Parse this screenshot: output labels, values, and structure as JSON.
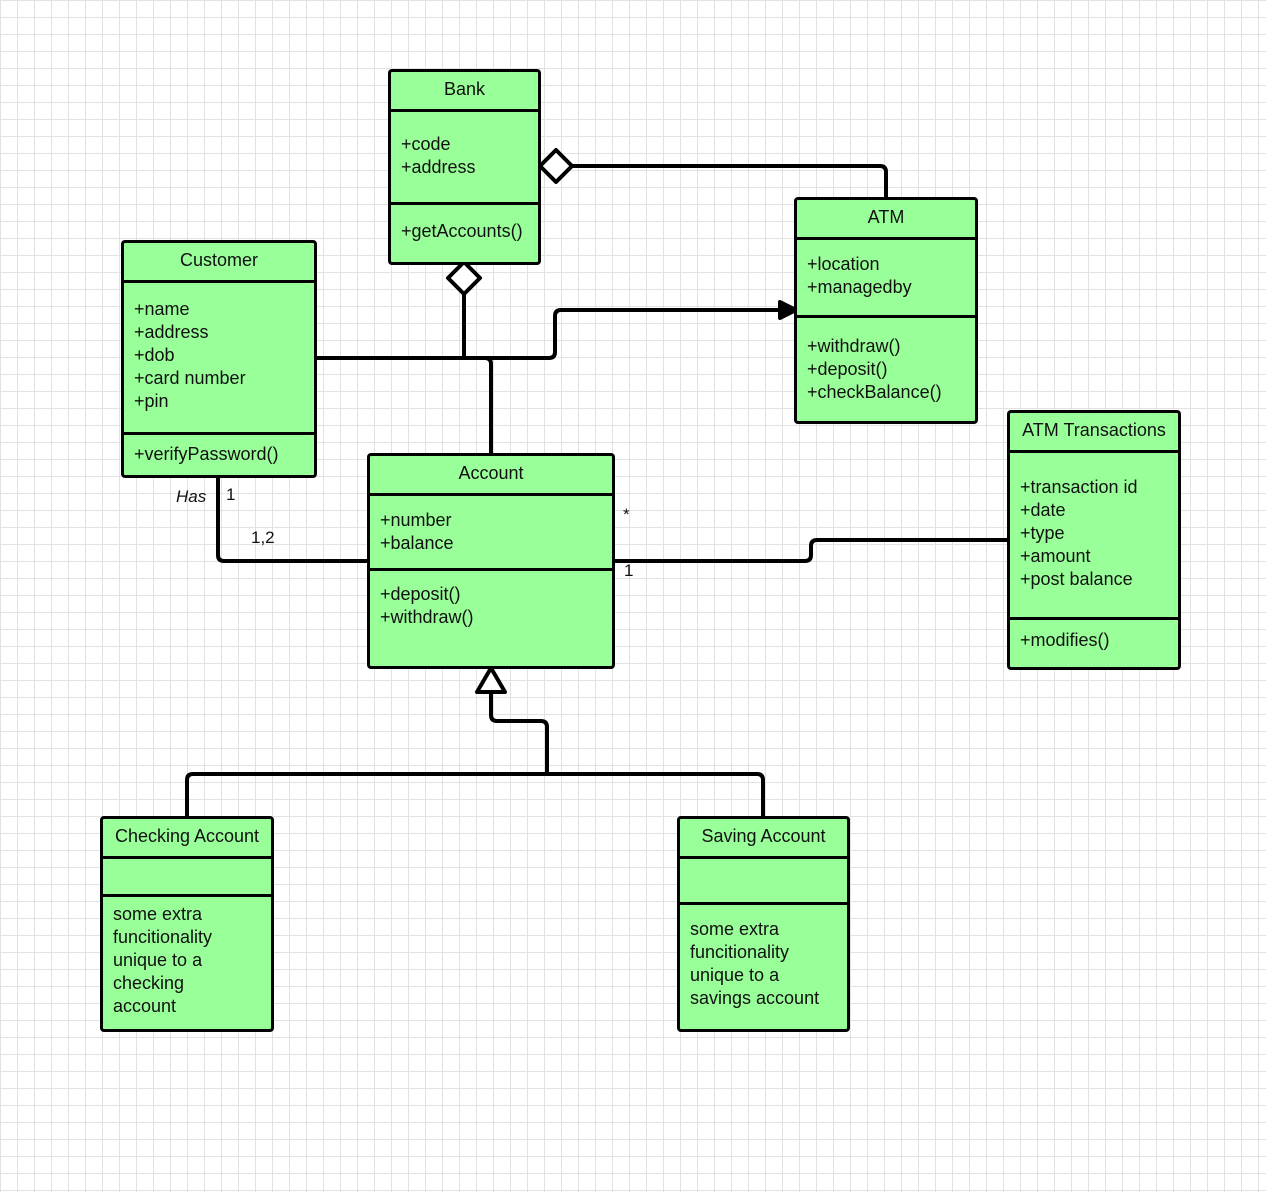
{
  "classes": {
    "bank": {
      "name": "Bank",
      "attributes": [
        "+code",
        "+address"
      ],
      "operations": [
        "+getAccounts()"
      ]
    },
    "atm": {
      "name": "ATM",
      "attributes": [
        "+location",
        "+managedby"
      ],
      "operations": [
        "+withdraw()",
        "+deposit()",
        "+checkBalance()"
      ]
    },
    "customer": {
      "name": "Customer",
      "attributes": [
        "+name",
        "+address",
        "+dob",
        "+card number",
        "+pin"
      ],
      "operations": [
        "+verifyPassword()"
      ]
    },
    "account": {
      "name": "Account",
      "attributes": [
        "+number",
        "+balance"
      ],
      "operations": [
        "+deposit()",
        "+withdraw()"
      ]
    },
    "atm_transactions": {
      "name": "ATM Transactions",
      "attributes": [
        "+transaction id",
        "+date",
        "+type",
        "+amount",
        "+post balance"
      ],
      "operations": [
        "+modifies()"
      ]
    },
    "checking_account": {
      "name": "Checking Account",
      "attributes": [],
      "operations": [
        "some extra",
        "funcitionality",
        "unique to a",
        "checking",
        "account"
      ]
    },
    "saving_account": {
      "name": "Saving Account",
      "attributes": [],
      "operations": [
        "some extra",
        "funcitionality",
        "unique to a",
        "savings account"
      ]
    }
  },
  "labels": {
    "has": "Has",
    "customer_mult": "1",
    "account_mult": "1,2",
    "transactions_mult": "*",
    "account_tx_mult": "1"
  }
}
